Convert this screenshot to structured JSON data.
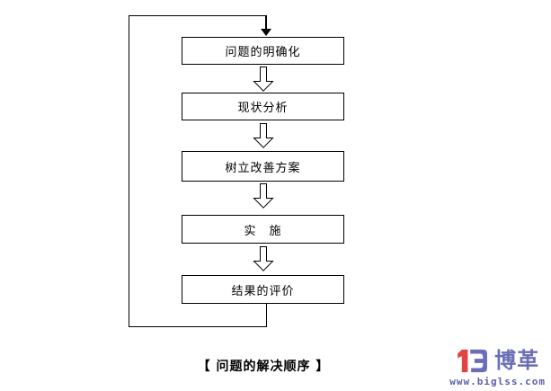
{
  "page": {
    "background": "#ffffff",
    "line_color": "#000000"
  },
  "flowchart": {
    "caption": "【 问题的解决顺序 】",
    "steps": [
      {
        "label": "问题的明确化"
      },
      {
        "label": "现状分析"
      },
      {
        "label": "树立改善方案"
      },
      {
        "label": "实　施"
      },
      {
        "label": "结果的评价"
      }
    ],
    "box": {
      "fill": "#ffffff",
      "border": "#000000"
    },
    "arrow_style": "hollow-block-arrow-down",
    "loop": "feedback from last step back to first step"
  },
  "logo": {
    "brand": "博革",
    "url": "www.biglss.com",
    "mark_icon": "biglss-bg-monogram-icon",
    "colors": {
      "red": "#e14444",
      "purple": "#6b6db6",
      "url_text": "#5c5fa8"
    }
  }
}
